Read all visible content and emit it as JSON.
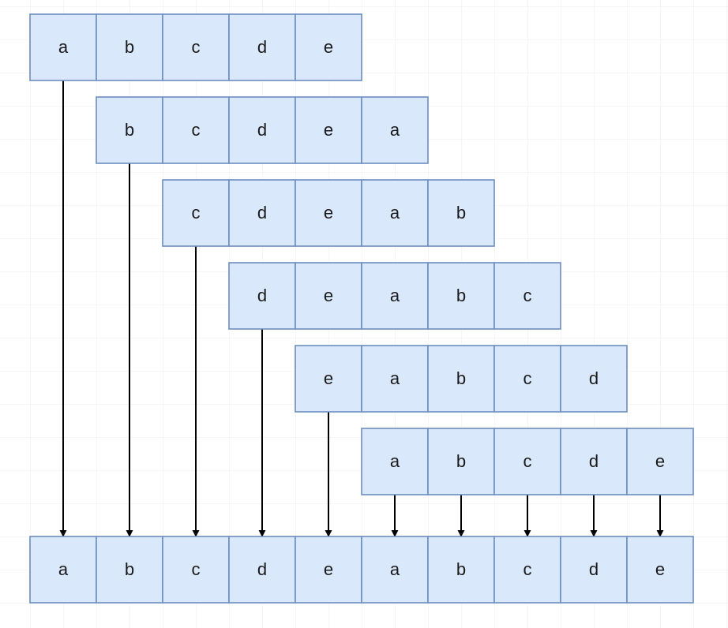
{
  "rows": [
    {
      "cells": [
        "a",
        "b",
        "c",
        "d",
        "e"
      ]
    },
    {
      "cells": [
        "b",
        "c",
        "d",
        "e",
        "a"
      ]
    },
    {
      "cells": [
        "c",
        "d",
        "e",
        "a",
        "b"
      ]
    },
    {
      "cells": [
        "d",
        "e",
        "a",
        "b",
        "c"
      ]
    },
    {
      "cells": [
        "e",
        "a",
        "b",
        "c",
        "d"
      ]
    },
    {
      "cells": [
        "a",
        "b",
        "c",
        "d",
        "e"
      ]
    }
  ],
  "result": {
    "cells": [
      "a",
      "b",
      "c",
      "d",
      "e",
      "a",
      "b",
      "c",
      "d",
      "e"
    ]
  },
  "colors": {
    "cell_fill": "#dae8fc",
    "cell_stroke": "#6c8ebf",
    "arrow": "#000000",
    "grid": "#ececec"
  }
}
